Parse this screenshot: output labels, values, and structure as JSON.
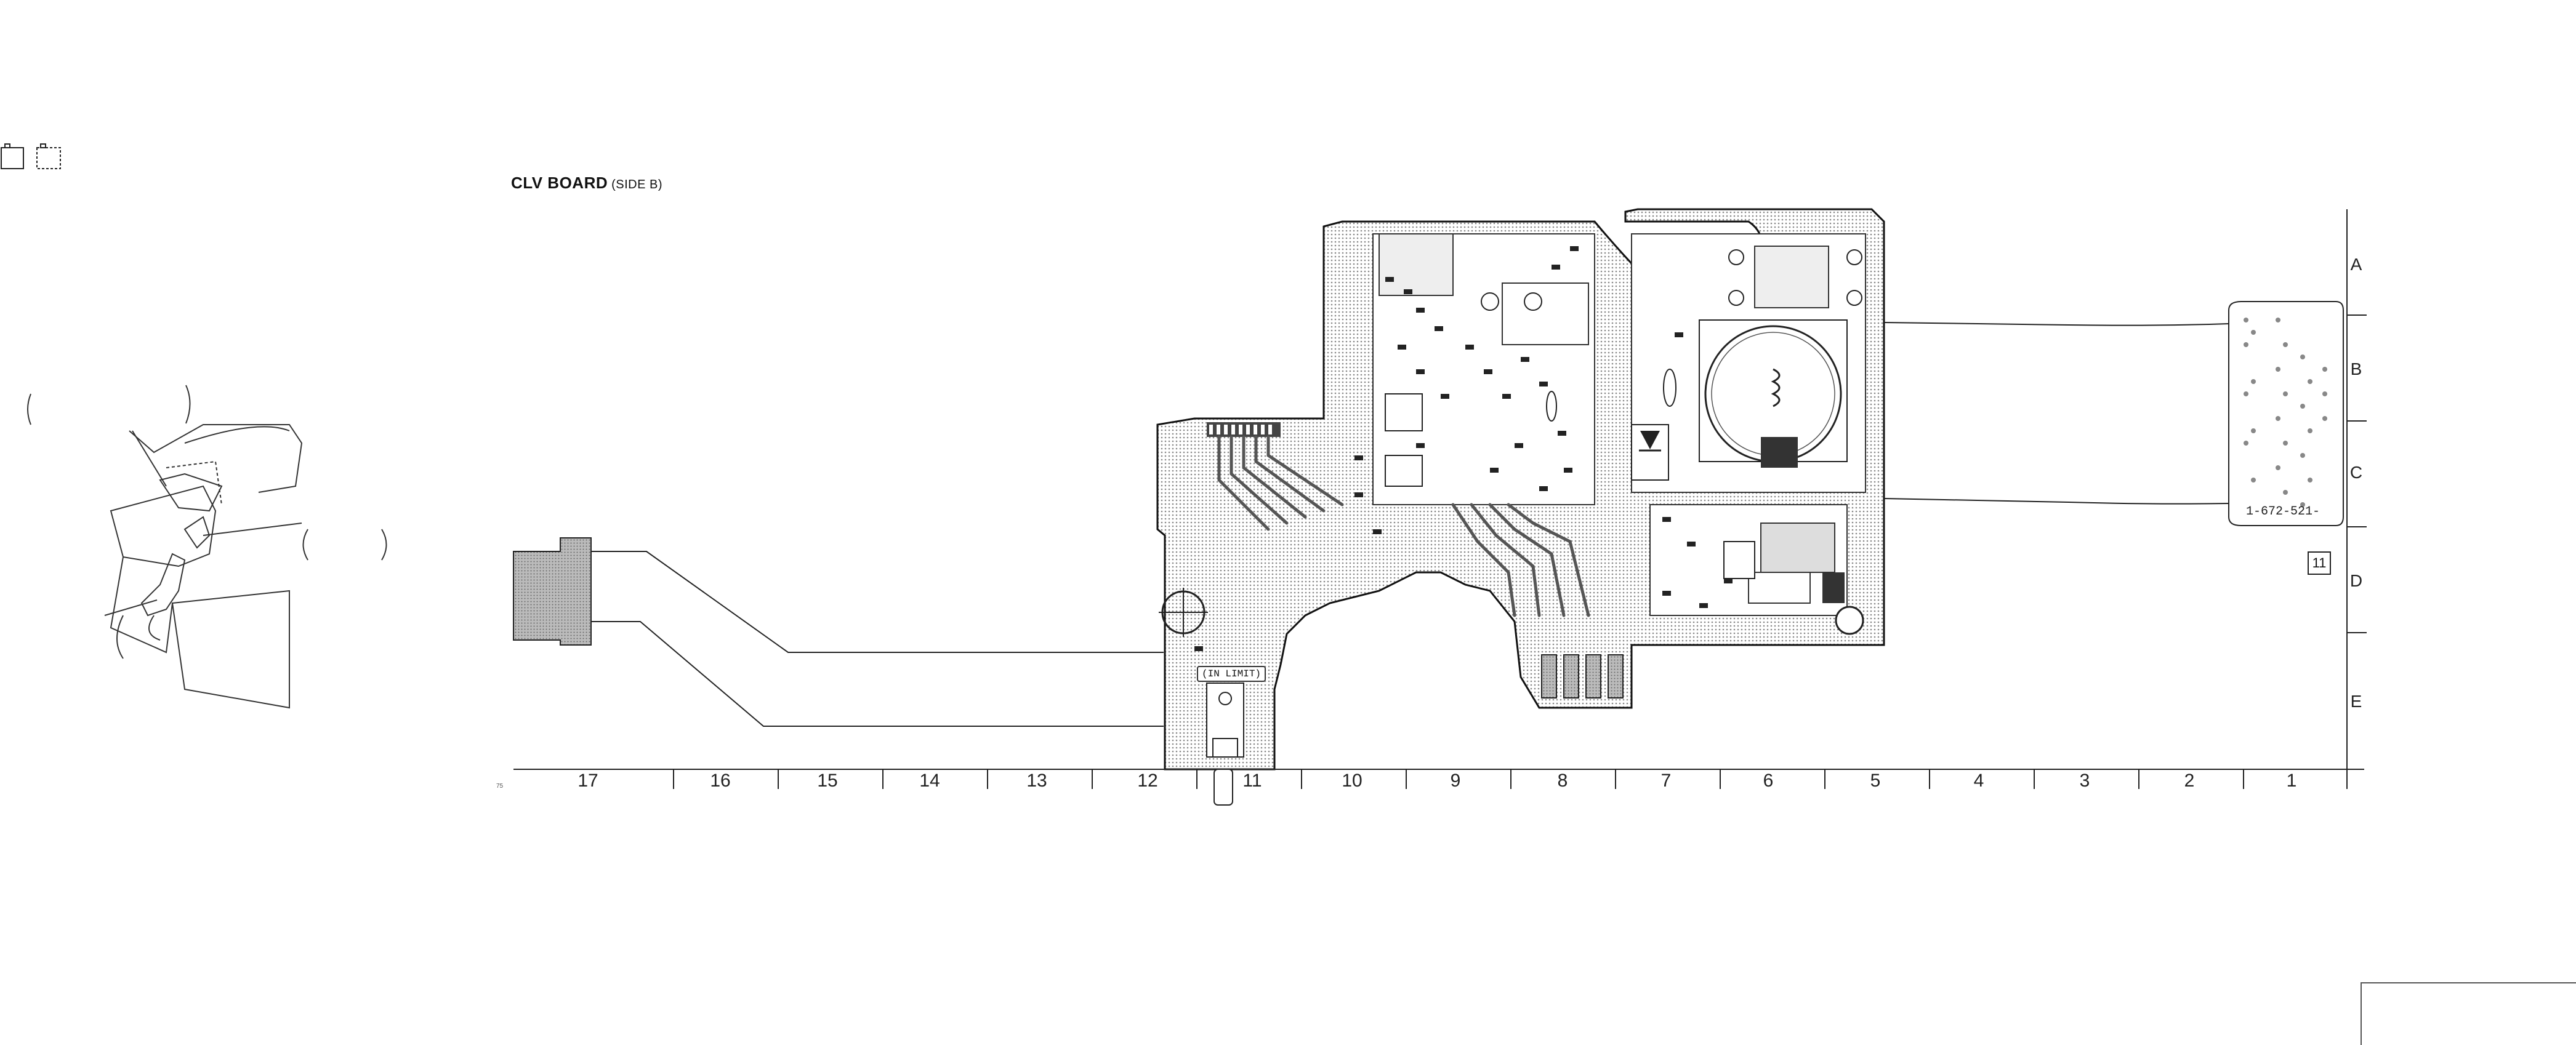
{
  "title": {
    "main": "CLV BOARD",
    "sub": "(SIDE B)"
  },
  "column_labels": [
    "17",
    "16",
    "15",
    "14",
    "13",
    "12",
    "11",
    "10",
    "9",
    "8",
    "7",
    "6",
    "5",
    "4",
    "3",
    "2",
    "1"
  ],
  "row_labels": [
    "A",
    "B",
    "C",
    "D",
    "E"
  ],
  "part_number": "1-672-521-",
  "sheet_marker": "11",
  "switch_label": "(IN LIMIT)",
  "footnote": "75"
}
